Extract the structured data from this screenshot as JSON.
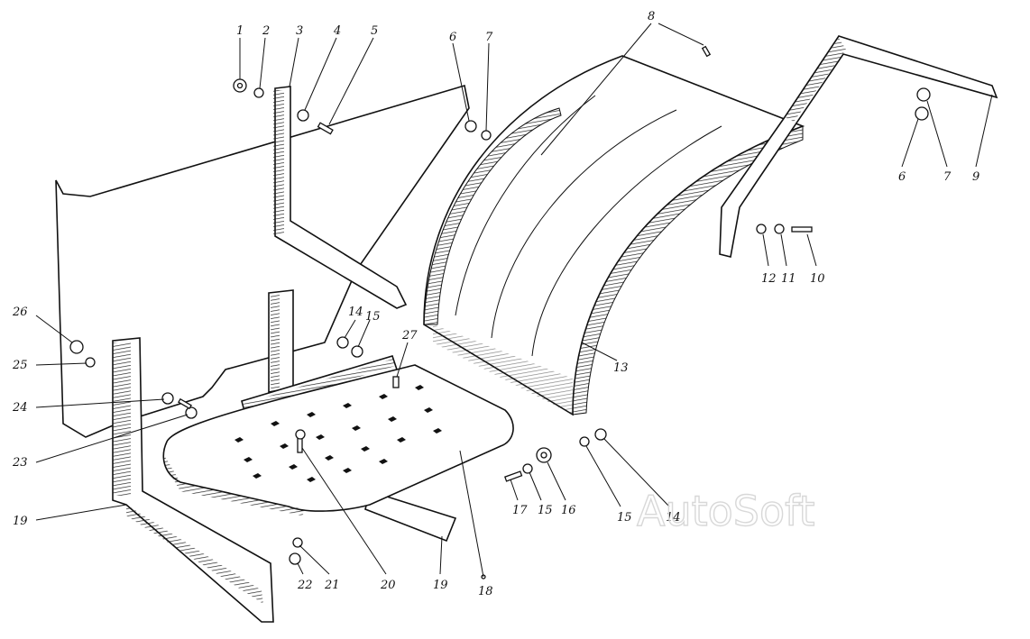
{
  "callouts": [
    "1",
    "2",
    "3",
    "4",
    "5",
    "6",
    "7",
    "8",
    "6",
    "7",
    "9",
    "12",
    "11",
    "10",
    "13",
    "26",
    "25",
    "24",
    "23",
    "19",
    "14",
    "15",
    "27",
    "20",
    "18",
    "19",
    "22",
    "21",
    "17",
    "15",
    "16",
    "15",
    "14"
  ],
  "watermark": "AutoSoft"
}
